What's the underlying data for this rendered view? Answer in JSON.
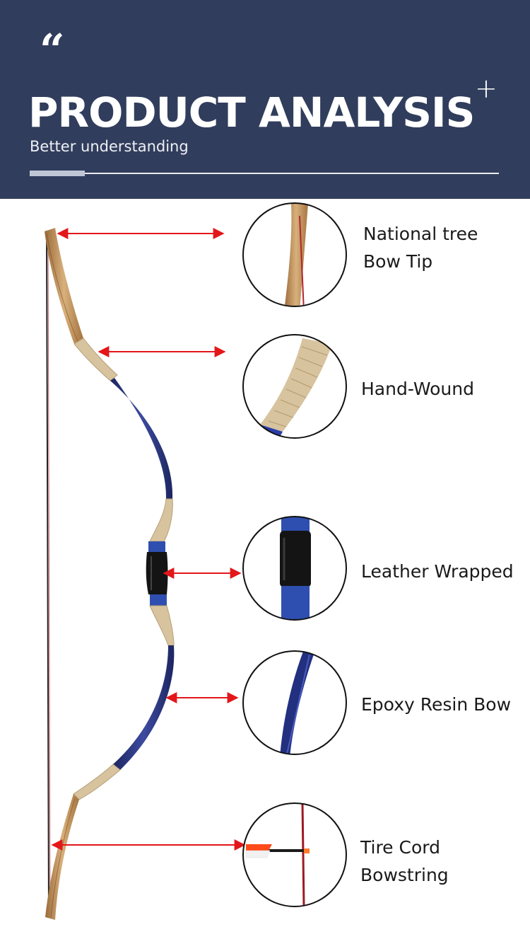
{
  "header": {
    "quote_mark": "“",
    "title": "PRODUCT ANALYSIS",
    "subtitle": "Better understanding",
    "plus": "+",
    "background_color": "#313d5c"
  },
  "features": [
    {
      "lines": [
        "National tree",
        "Bow Tip"
      ],
      "detail": "bow-tip-detail"
    },
    {
      "lines": [
        "Hand-Wound"
      ],
      "detail": "hand-wound-detail"
    },
    {
      "lines": [
        "Leather Wrapped"
      ],
      "detail": "leather-wrapped-detail"
    },
    {
      "lines": [
        "Epoxy Resin Bow"
      ],
      "detail": "epoxy-resin-detail"
    },
    {
      "lines": [
        "Tire Cord",
        "Bowstring"
      ],
      "detail": "bowstring-detail"
    }
  ],
  "colors": {
    "arrow": "#e3171a",
    "limb_blue": "#2a3577",
    "wood": "#c8a06e",
    "wrap": "#d7c39e",
    "leather": "#1a1a1a"
  }
}
